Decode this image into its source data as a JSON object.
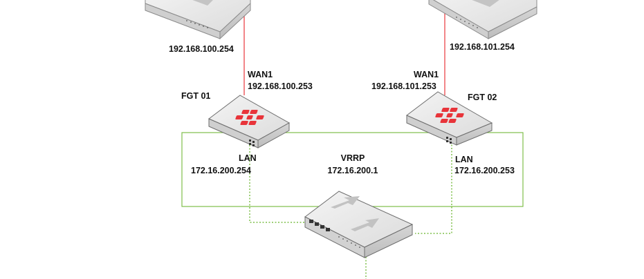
{
  "colors": {
    "wan_link": "#e8343a",
    "lan_link": "#7fbf4a",
    "device_body": "#e9e9e9",
    "device_edge": "#6d6d6d",
    "fortinet_red": "#e8343a"
  },
  "upstream_left": {
    "ip": "192.168.100.254"
  },
  "upstream_right": {
    "ip": "192.168.101.254"
  },
  "fgt01": {
    "name": "FGT 01",
    "wan_label": "WAN1",
    "wan_ip": "192.168.100.253",
    "lan_label": "LAN",
    "lan_ip": "172.16.200.254"
  },
  "fgt02": {
    "name": "FGT 02",
    "wan_label": "WAN1",
    "wan_ip": "192.168.101.253",
    "lan_label": "LAN",
    "lan_ip": "172.16.200.253"
  },
  "vrrp": {
    "label": "VRRP",
    "virtual_ip": "172.16.200.1"
  },
  "icons": {
    "upstream": "router-icon",
    "firewall": "fortigate-firewall-icon",
    "lan": "switch-icon"
  }
}
